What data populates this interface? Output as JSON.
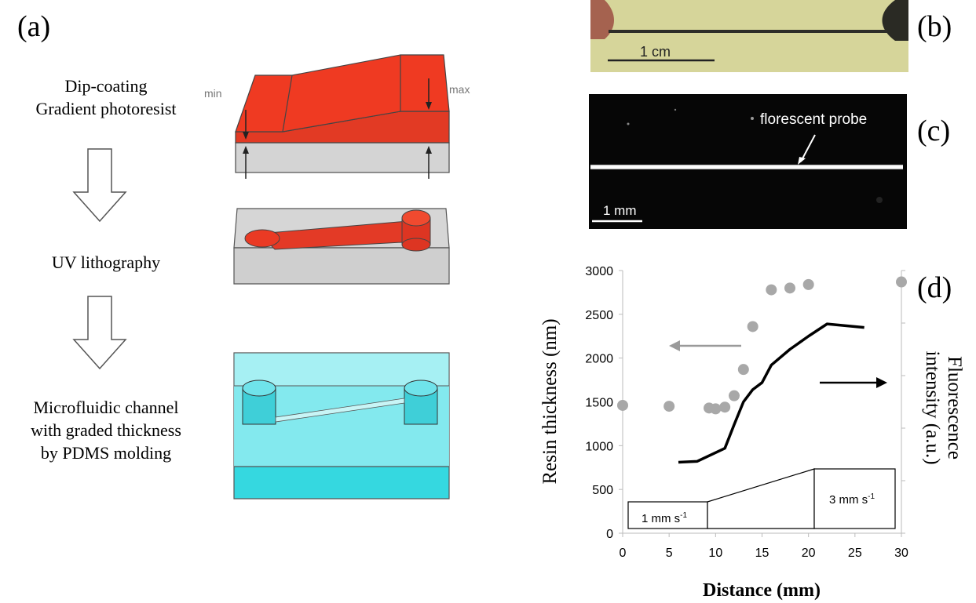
{
  "panels": {
    "a": "(a)",
    "b": "(b)",
    "c": "(c)",
    "d": "(d)"
  },
  "steps": {
    "step1_line1": "Dip-coating",
    "step1_line2": "Gradient photoresist",
    "step2": "UV lithography",
    "step3_line1": "Microfluidic channel",
    "step3_line2": "with graded thickness",
    "step3_line3": "by PDMS molding"
  },
  "diagram": {
    "min_label": "min",
    "max_label": "max",
    "colors": {
      "resist_red": "#e8321e",
      "substrate_grey": "#d4d4d4",
      "pdms_cyan": "#35d8e0"
    }
  },
  "photo_b": {
    "scale_label": "1 cm",
    "background": "#d6d59a"
  },
  "photo_c": {
    "scale_label": "1 mm",
    "probe_label": "florescent probe"
  },
  "chart_data": {
    "type": "scatter",
    "xlabel": "Distance (mm)",
    "ylabel": "Resin thickness  (nm)",
    "y2label_line1": "Fluorescence",
    "y2label_line2": "intensity (a.u.)",
    "xlim": [
      0,
      30
    ],
    "ylim": [
      0,
      3000
    ],
    "x_ticks": [
      "0",
      "5",
      "10",
      "15",
      "20",
      "25",
      "30"
    ],
    "y_ticks": [
      "0",
      "500",
      "1000",
      "1500",
      "2000",
      "2500",
      "3000"
    ],
    "series": [
      {
        "kind": "points",
        "color": "#a8a8a8",
        "axis": "left",
        "x": [
          0,
          5,
          9.3,
          10,
          11,
          12,
          13,
          14,
          16,
          18,
          20,
          30
        ],
        "y": [
          1460,
          1450,
          1430,
          1420,
          1440,
          1570,
          1870,
          2360,
          2780,
          2800,
          2840,
          2870
        ]
      },
      {
        "kind": "line",
        "color": "#000000",
        "axis": "right",
        "x": [
          6,
          8,
          11,
          12,
          13,
          14,
          15,
          16,
          18,
          20,
          22,
          26
        ],
        "y": [
          810,
          820,
          970,
          1240,
          1500,
          1640,
          1720,
          1920,
          2100,
          2250,
          2390,
          2350
        ]
      }
    ],
    "annotations": {
      "speed_low": "1 mm s",
      "speed_high": "3 mm s",
      "speed_exp": "-1"
    },
    "grid": false
  }
}
